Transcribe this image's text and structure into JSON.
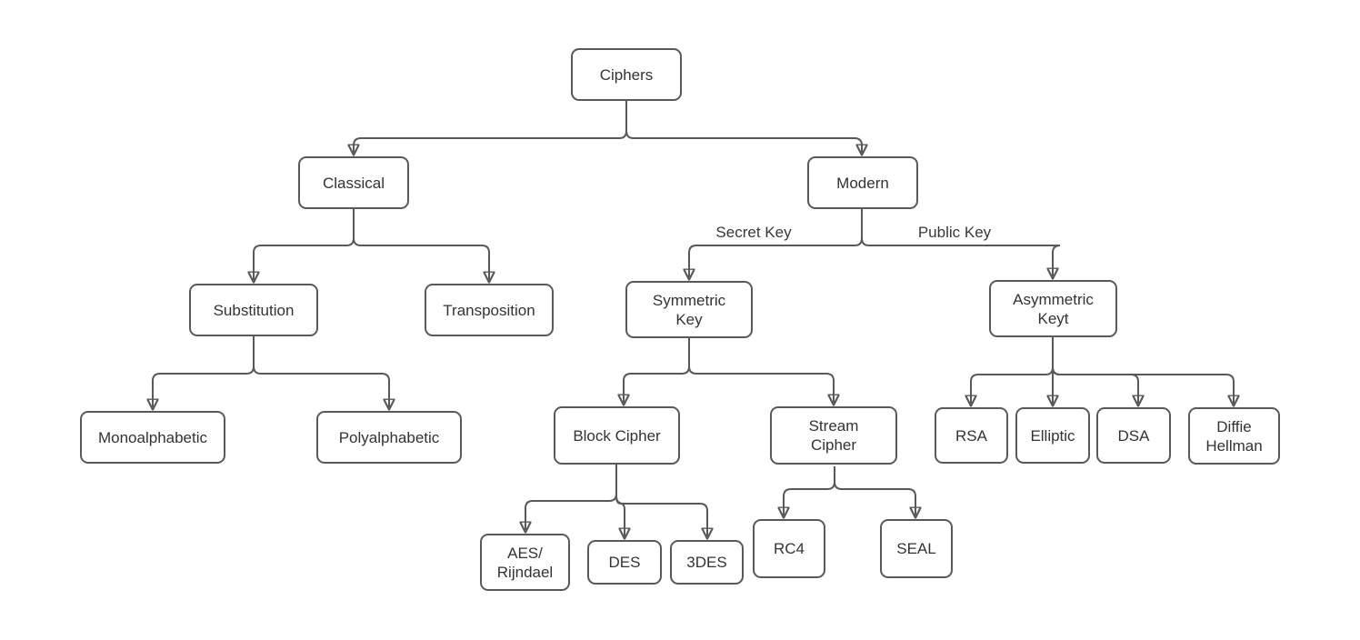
{
  "diagram": {
    "type": "tree",
    "title": "Ciphers classification",
    "colors": {
      "background": "#ffffff",
      "node_fill": "#ffffff",
      "node_border": "#595959",
      "connector": "#595959",
      "arrowhead": "#595959",
      "text": "#333333"
    },
    "nodes": {
      "ciphers": {
        "label": "Ciphers"
      },
      "classical": {
        "label": "Classical"
      },
      "modern": {
        "label": "Modern"
      },
      "substitution": {
        "label": "Substitution"
      },
      "transposition": {
        "label": "Transposition"
      },
      "symmetric_key": {
        "label": "Symmetric\nKey"
      },
      "asymmetric_key": {
        "label": "Asymmetric\nKeyt"
      },
      "monoalphabetic": {
        "label": "Monoalphabetic"
      },
      "polyalphabetic": {
        "label": "Polyalphabetic"
      },
      "block_cipher": {
        "label": "Block Cipher"
      },
      "stream_cipher": {
        "label": "Stream\nCipher"
      },
      "rsa": {
        "label": "RSA"
      },
      "elliptic": {
        "label": "Elliptic"
      },
      "dsa": {
        "label": "DSA"
      },
      "diffie_hellman": {
        "label": "Diffie\nHellman"
      },
      "aes_rijndael": {
        "label": "AES/\nRijndael"
      },
      "des": {
        "label": "DES"
      },
      "triple_des": {
        "label": "3DES"
      },
      "rc4": {
        "label": "RC4"
      },
      "seal": {
        "label": "SEAL"
      }
    },
    "edge_labels": {
      "secret_key": "Secret Key",
      "public_key": "Public Key"
    },
    "hierarchy": {
      "Ciphers": {
        "Classical": {
          "Substitution": [
            "Monoalphabetic",
            "Polyalphabetic"
          ],
          "Transposition": []
        },
        "Modern": {
          "Symmetric Key (Secret Key)": {
            "Block Cipher": [
              "AES/Rijndael",
              "DES",
              "3DES"
            ],
            "Stream Cipher": [
              "RC4",
              "SEAL"
            ]
          },
          "Asymmetric Keyt (Public Key)": [
            "RSA",
            "Elliptic",
            "DSA",
            "Diffie Hellman"
          ]
        }
      }
    }
  }
}
